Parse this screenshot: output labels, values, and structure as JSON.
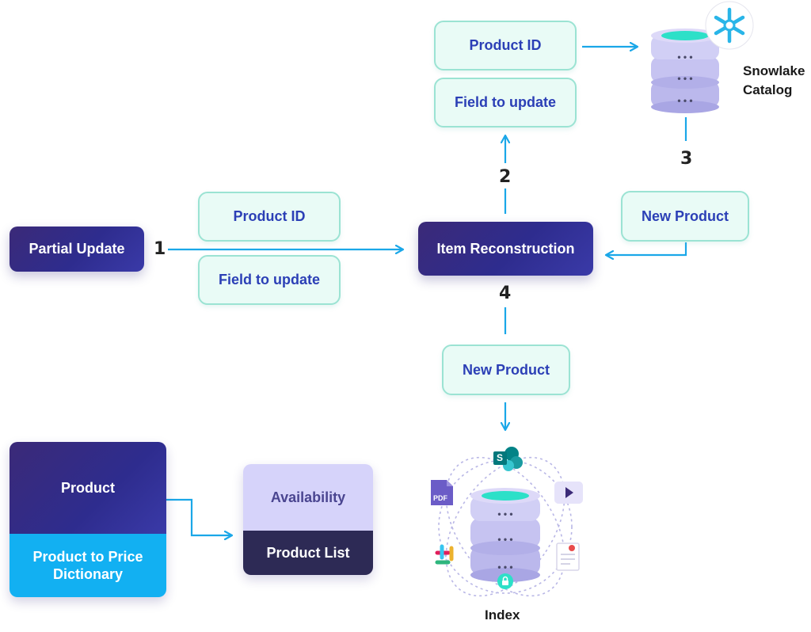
{
  "partial_update": "Partial Update",
  "step1": "1",
  "step2": "2",
  "step3": "3",
  "step4": "4",
  "chip_product_id_left": "Product ID",
  "chip_field_left": "Field to update",
  "item_reconstruction": "Item Reconstruction",
  "chip_product_id_top": "Product ID",
  "chip_field_top": "Field to update",
  "snowflake_label_1": "Snowlake",
  "snowflake_label_2": "Catalog",
  "chip_new_product_right": "New Product",
  "chip_new_product_bottom": "New Product",
  "product": "Product",
  "product_to_price": "Product to Price Dictionary",
  "availability": "Availability",
  "product_list": "Product List",
  "index_label": "Index",
  "pdf_badge": "PDF",
  "sharepoint_badge": "S",
  "colors": {
    "chip_bg": "#e9fbf6",
    "chip_border": "#9be3d3",
    "chip_text": "#2b3fb6",
    "arrow": "#1aa7e8",
    "dark": "#2e2c8e",
    "cyan": "#12b0f2"
  }
}
